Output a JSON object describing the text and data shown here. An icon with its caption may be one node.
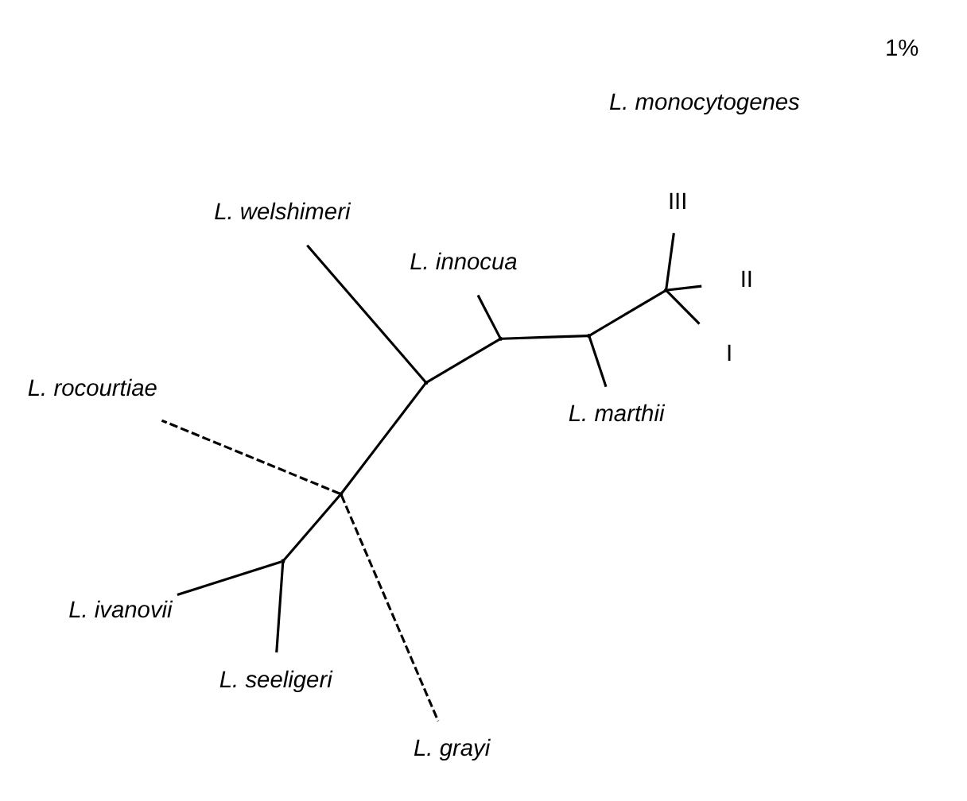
{
  "diagram": {
    "nodes": [
      {
        "text": [
          "L. ivanovii"
        ]
      },
      {
        "text": [
          "L. seeligeri"
        ]
      },
      {
        "text": [],
        "shape": "point"
      },
      {
        "text": [
          "L. rocourtiae"
        ]
      },
      {
        "text": [],
        "shape": "point"
      },
      {
        "text": [
          "L. welshimeri"
        ]
      },
      {
        "text": [
          "L. grayi"
        ]
      },
      {
        "text": [],
        "shape": "point"
      },
      {
        "text": [],
        "shape": "point"
      },
      {
        "text": [],
        "shape": "point"
      },
      {
        "text": [
          "L. marthii"
        ]
      },
      {
        "text": [
          "L. innocua"
        ]
      },
      {
        "text": [],
        "shape": "point"
      },
      {
        "text": [
          "I"
        ]
      },
      {
        "text": [
          "II"
        ]
      },
      {
        "text": [
          "III"
        ]
      }
    ],
    "edges": [
      {
        "from": 2,
        "to": 0,
        "arrow": "none"
      },
      {
        "from": 2,
        "to": 1,
        "arrow": "none"
      },
      {
        "from": 2,
        "to": 4,
        "arrow": "none"
      },
      {
        "from": 4,
        "to": 3,
        "arrow": "none",
        "style": "dashed"
      },
      {
        "from": 4,
        "to": 6,
        "arrow": "none",
        "style": "dashed"
      },
      {
        "from": 4,
        "to": 7,
        "arrow": "none"
      },
      {
        "from": 7,
        "to": 5,
        "arrow": "none"
      },
      {
        "from": 7,
        "to": 8,
        "arrow": "none"
      },
      {
        "from": 8,
        "to": 11,
        "arrow": "none"
      },
      {
        "from": 8,
        "to": 9,
        "arrow": "none"
      },
      {
        "from": 9,
        "to": 10,
        "arrow": "none"
      },
      {
        "from": 9,
        "to": 12,
        "arrow": "none"
      },
      {
        "from": 12,
        "to": 13,
        "arrow": "none"
      },
      {
        "from": 12,
        "to": 14,
        "arrow": "none"
      },
      {
        "from": 12,
        "to": 15,
        "arrow": "none"
      }
    ],
    "labels": [
      "1%",
      "L. monocytogenes"
    ]
  }
}
